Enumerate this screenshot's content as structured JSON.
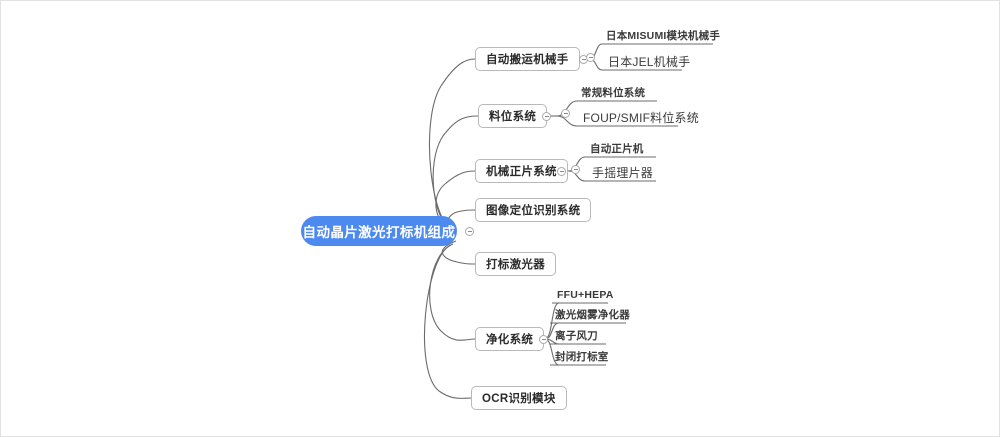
{
  "diagram": {
    "type": "mind-map",
    "orientation": "left-to-right",
    "root": {
      "label": "自动晶片激光打标机组成",
      "color": "#4d8af0",
      "text_color": "#ffffff"
    },
    "branch_style": {
      "fill": "#ffffff",
      "border": "#b9b9b9",
      "text_color": "#2b2b2b"
    },
    "connector_color": "#6b6b6b",
    "branches": [
      {
        "label": "自动搬运机械手",
        "has_toggle": true,
        "children": [
          {
            "label": "日本MISUMI模块机械手",
            "size": "small"
          },
          {
            "label": "日本JEL机械手",
            "size": "large"
          }
        ]
      },
      {
        "label": "料位系统",
        "has_toggle": true,
        "children": [
          {
            "label": "常规料位系统",
            "size": "small"
          },
          {
            "label": "FOUP/SMIF料位系统",
            "size": "large"
          }
        ]
      },
      {
        "label": "机械正片系统",
        "has_toggle": true,
        "children": [
          {
            "label": "自动正片机",
            "size": "small"
          },
          {
            "label": "手摇理片器",
            "size": "large"
          }
        ]
      },
      {
        "label": "图像定位识别系统",
        "has_toggle": false,
        "children": []
      },
      {
        "label": "打标激光器",
        "has_toggle": false,
        "children": []
      },
      {
        "label": "净化系统",
        "has_toggle": true,
        "children": [
          {
            "label": "FFU+HEPA",
            "size": "small"
          },
          {
            "label": "激光烟雾净化器",
            "size": "small"
          },
          {
            "label": "离子风刀",
            "size": "small"
          },
          {
            "label": "封闭打标室",
            "size": "small"
          }
        ]
      },
      {
        "label": "OCR识别模块",
        "has_toggle": false,
        "children": []
      }
    ]
  }
}
